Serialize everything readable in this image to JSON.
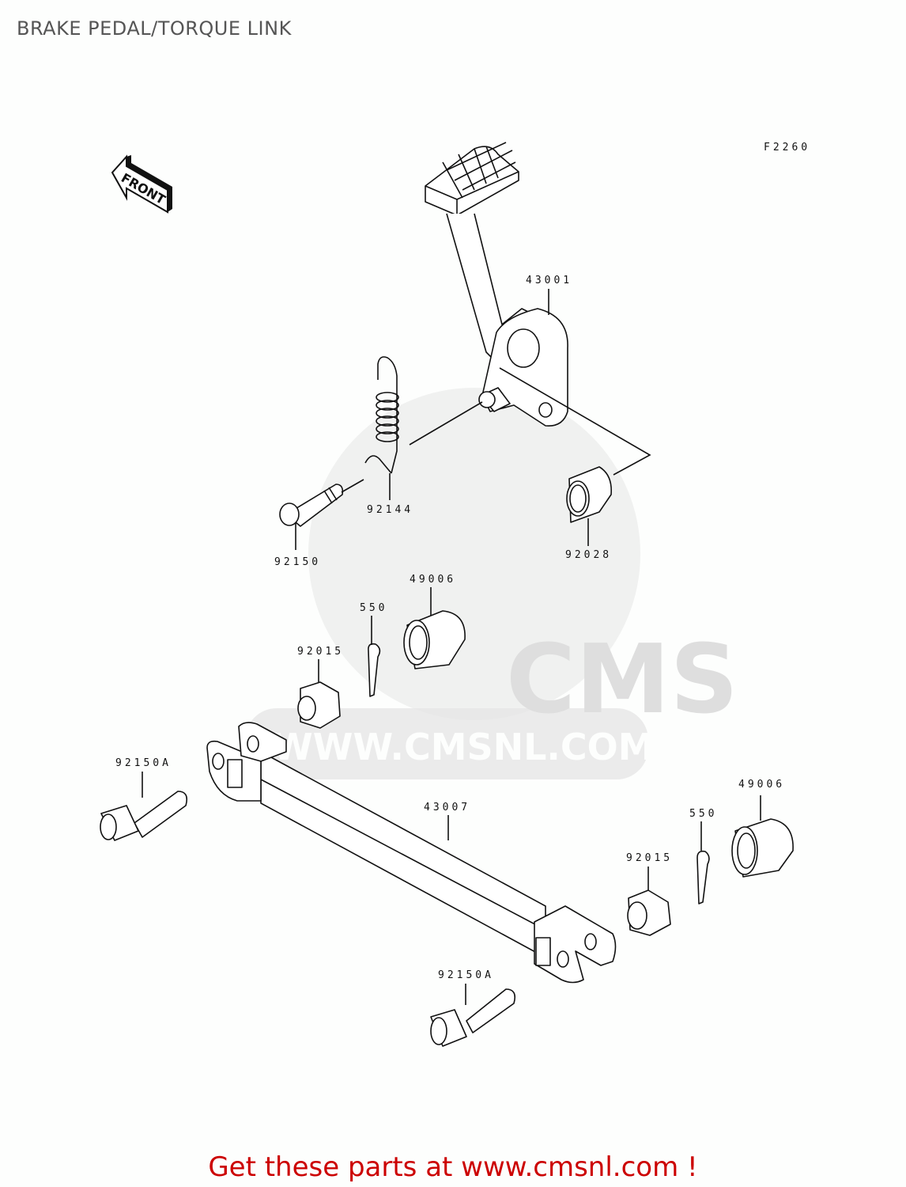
{
  "header": {
    "title": "BRAKE PEDAL/TORQUE LINK"
  },
  "diagram": {
    "figure_code": "F2260",
    "front_arrow_label": "FRONT",
    "watermark": {
      "logo_text": "CMS",
      "url_text": "WWW.CMSNL.COM"
    },
    "parts": [
      {
        "id": "brake-pedal",
        "number": "43001"
      },
      {
        "id": "spring",
        "number": "92144"
      },
      {
        "id": "pivot-bolt",
        "number": "92150"
      },
      {
        "id": "collar",
        "number": "92028"
      },
      {
        "id": "bushing-upper",
        "number": "49006"
      },
      {
        "id": "cotter-pin-upper",
        "number": "550"
      },
      {
        "id": "nut-upper",
        "number": "92015"
      },
      {
        "id": "bolt-left",
        "number": "92150A"
      },
      {
        "id": "torque-link",
        "number": "43007"
      },
      {
        "id": "bushing-lower",
        "number": "49006"
      },
      {
        "id": "cotter-pin-lower",
        "number": "550"
      },
      {
        "id": "nut-lower",
        "number": "92015"
      },
      {
        "id": "bolt-lower",
        "number": "92150A"
      }
    ]
  },
  "footer": {
    "cta_text": "Get these parts at www.cmsnl.com !"
  }
}
